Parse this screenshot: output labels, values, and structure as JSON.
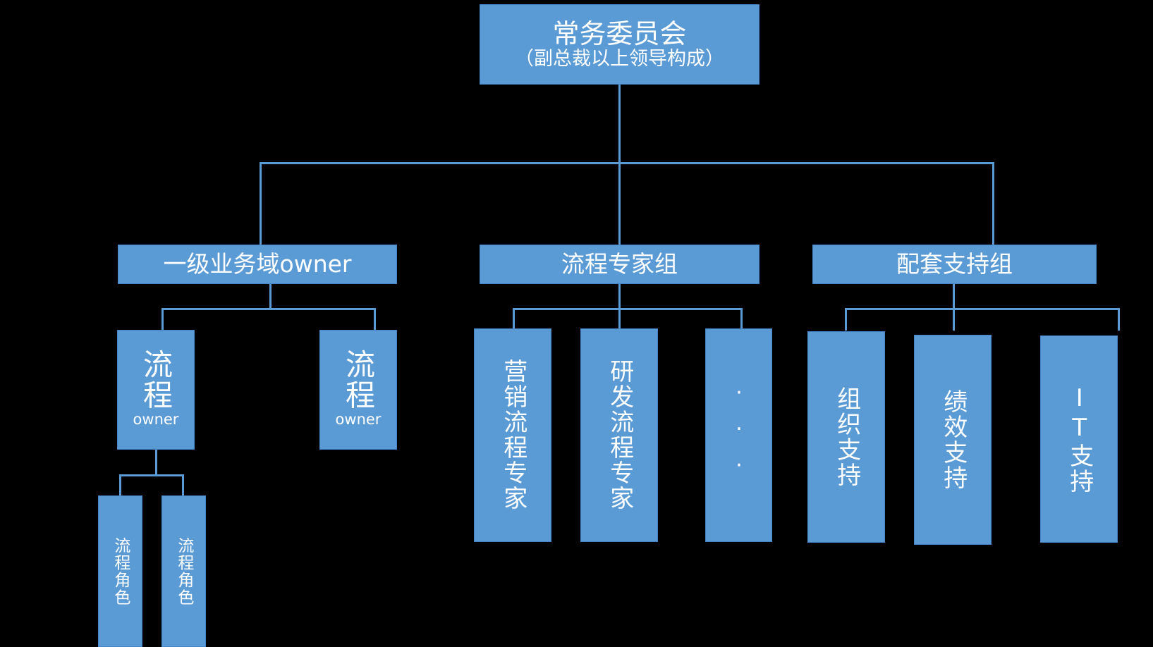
{
  "diagram": {
    "title_text": "常务委员会",
    "accent_color": "#5B9BD5",
    "border_color": "#4484C4",
    "background_color": "#000000",
    "text_color": "#FFFFFF"
  },
  "nodes": {
    "root": {
      "title": "常务委员会",
      "subtitle": "（副总裁以上领导构成）"
    },
    "level2": [
      {
        "label": "一级业务域owner"
      },
      {
        "label": "流程专家组"
      },
      {
        "label": "配套支持组"
      }
    ],
    "business_domain_children": [
      {
        "label": "流程",
        "sublabel": "owner"
      },
      {
        "label": "流程",
        "sublabel": "owner"
      }
    ],
    "process_role_children": [
      {
        "label": "流程角色"
      },
      {
        "label": "流程角色"
      }
    ],
    "process_expert_children": [
      {
        "label": "营销流程专家"
      },
      {
        "label": "研发流程专家"
      },
      {
        "label": "···"
      }
    ],
    "support_children": [
      {
        "label": "组织支持"
      },
      {
        "label": "绩效支持"
      },
      {
        "label": "IT支持"
      }
    ]
  }
}
